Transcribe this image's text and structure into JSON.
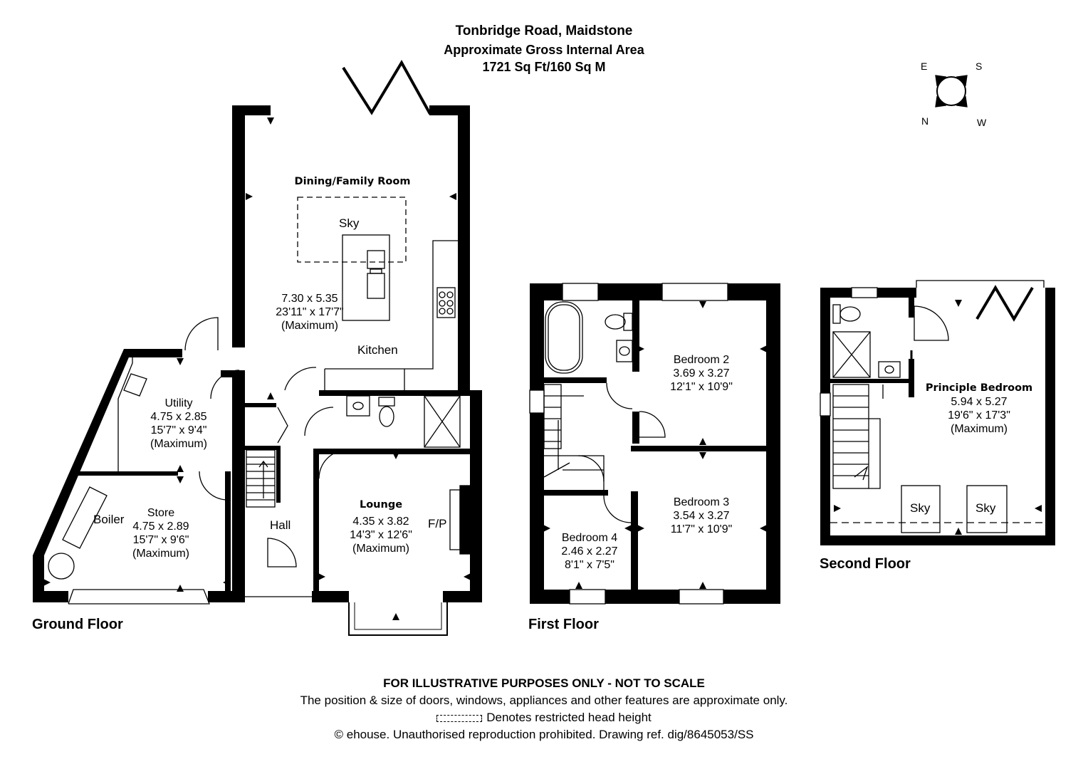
{
  "header": {
    "address": "Tonbridge Road, Maidstone",
    "area_title": "Approximate Gross Internal Area",
    "area_value": "1721 Sq Ft/160 Sq M"
  },
  "compass": {
    "n": "N",
    "e": "E",
    "s": "S",
    "w": "W"
  },
  "floors": {
    "ground": "Ground Floor",
    "first": "First Floor",
    "second": "Second Floor"
  },
  "rooms": {
    "dining": {
      "name": "Dining/Family Room",
      "metric": "7.30 x 5.35",
      "imperial": "23'11\" x 17'7\"",
      "note": "(Maximum)"
    },
    "kitchen": {
      "name": "Kitchen"
    },
    "utility": {
      "name": "Utility",
      "metric": "4.75 x 2.85",
      "imperial": "15'7\" x 9'4\"",
      "note": "(Maximum)"
    },
    "store": {
      "name": "Store",
      "metric": "4.75 x 2.89",
      "imperial": "15'7\" x 9'6\"",
      "note": "(Maximum)"
    },
    "hall": {
      "name": "Hall"
    },
    "lounge": {
      "name": "Lounge",
      "metric": "4.35 x 3.82",
      "imperial": "14'3\" x 12'6\"",
      "note": "(Maximum)"
    },
    "bed2": {
      "name": "Bedroom 2",
      "metric": "3.69 x 3.27",
      "imperial": "12'1\" x 10'9\""
    },
    "bed3": {
      "name": "Bedroom 3",
      "metric": "3.54 x 3.27",
      "imperial": "11'7\" x 10'9\""
    },
    "bed4": {
      "name": "Bedroom 4",
      "metric": "2.46 x 2.27",
      "imperial": "8'1\" x 7'5\""
    },
    "principal": {
      "name": "Principle Bedroom",
      "metric": "5.94 x 5.27",
      "imperial": "19'6\" x 17'3\"",
      "note": "(Maximum)"
    }
  },
  "labels": {
    "sky": "Sky",
    "boiler": "Boiler",
    "fireplace": "F/P"
  },
  "footer": {
    "disclaimer": "FOR ILLUSTRATIVE PURPOSES ONLY - NOT TO SCALE",
    "approx_note": "The position & size of doors, windows, appliances and other features are approximate only.",
    "head_height_key": "Denotes restricted head height",
    "copyright": "© ehouse. Unauthorised reproduction prohibited. Drawing ref. dig/8645053/SS"
  }
}
